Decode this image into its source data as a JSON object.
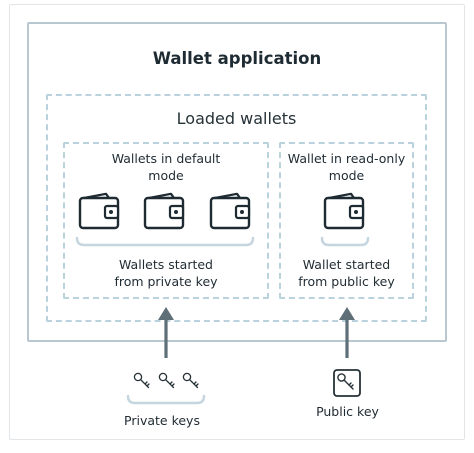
{
  "app": {
    "title": "Wallet application"
  },
  "loaded": {
    "title": "Loaded wallets"
  },
  "default_mode": {
    "title": "Wallets in default\nmode",
    "caption": "Wallets started\nfrom private key",
    "wallet_icons": [
      "wallet-icon",
      "wallet-icon",
      "wallet-icon"
    ]
  },
  "readonly_mode": {
    "title": "Wallet in read-only\nmode",
    "caption": "Wallet started\nfrom public key",
    "wallet_icons": [
      "wallet-icon"
    ]
  },
  "inputs": {
    "private": {
      "label": "Private keys",
      "icons": [
        "key-icon",
        "key-icon",
        "key-icon"
      ]
    },
    "public": {
      "label": "Public key",
      "icon": "public-key-icon"
    }
  },
  "colors": {
    "text": "#1f2b33",
    "app_border": "#b9c7d0",
    "dashed_border": "#b9d2dd",
    "arrow": "#5e6f78",
    "bracket": "#c6d6e0"
  }
}
